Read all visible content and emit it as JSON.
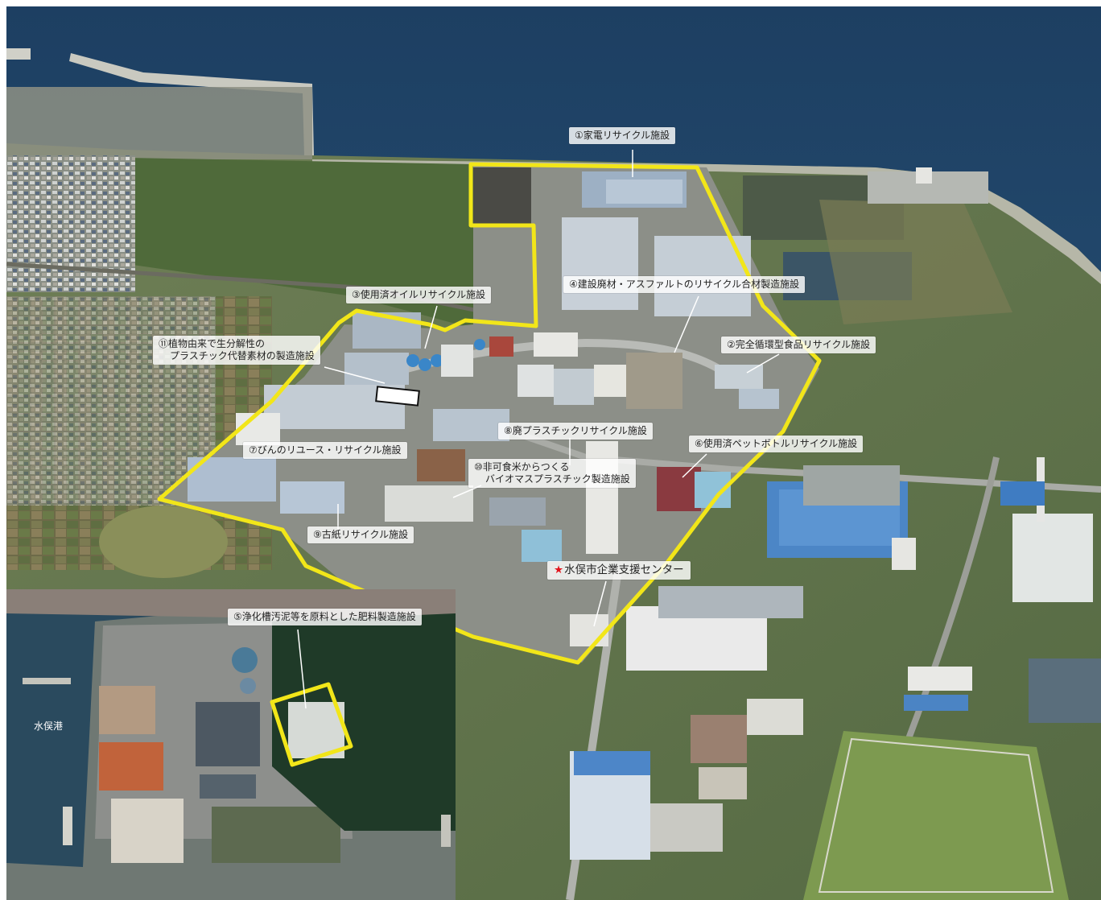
{
  "labels": {
    "kaden": "①家電リサイクル施設",
    "kenzai": "④建設廃材・アスファルトのリサイクル合材製造施設",
    "oil": "③使用済オイルリサイクル施設",
    "shokuhin": "②完全循環型食品リサイクル施設",
    "shokubutsu_1": "⑪植物由来で生分解性の",
    "shokubutsu_2": "プラスチック代替素材の製造施設",
    "haipla": "⑧廃プラスチックリサイクル施設",
    "bin": "⑦びんのリユース・リサイクル施設",
    "pet": "⑥使用済ペットボトルリサイクル施設",
    "hikamai_1": "⑩非可食米からつくる",
    "hikamai_2": "バイオマスプラスチック製造施設",
    "koshi": "⑨古紙リサイクル施設",
    "center_star": "★",
    "center": "水俣市企業支援センター",
    "johkaso": "⑤浄化槽汚泥等を原料とした肥料製造施設",
    "port": "水俣港"
  },
  "colors": {
    "boundary": "#f2e619",
    "center_star": "#e2141c"
  }
}
